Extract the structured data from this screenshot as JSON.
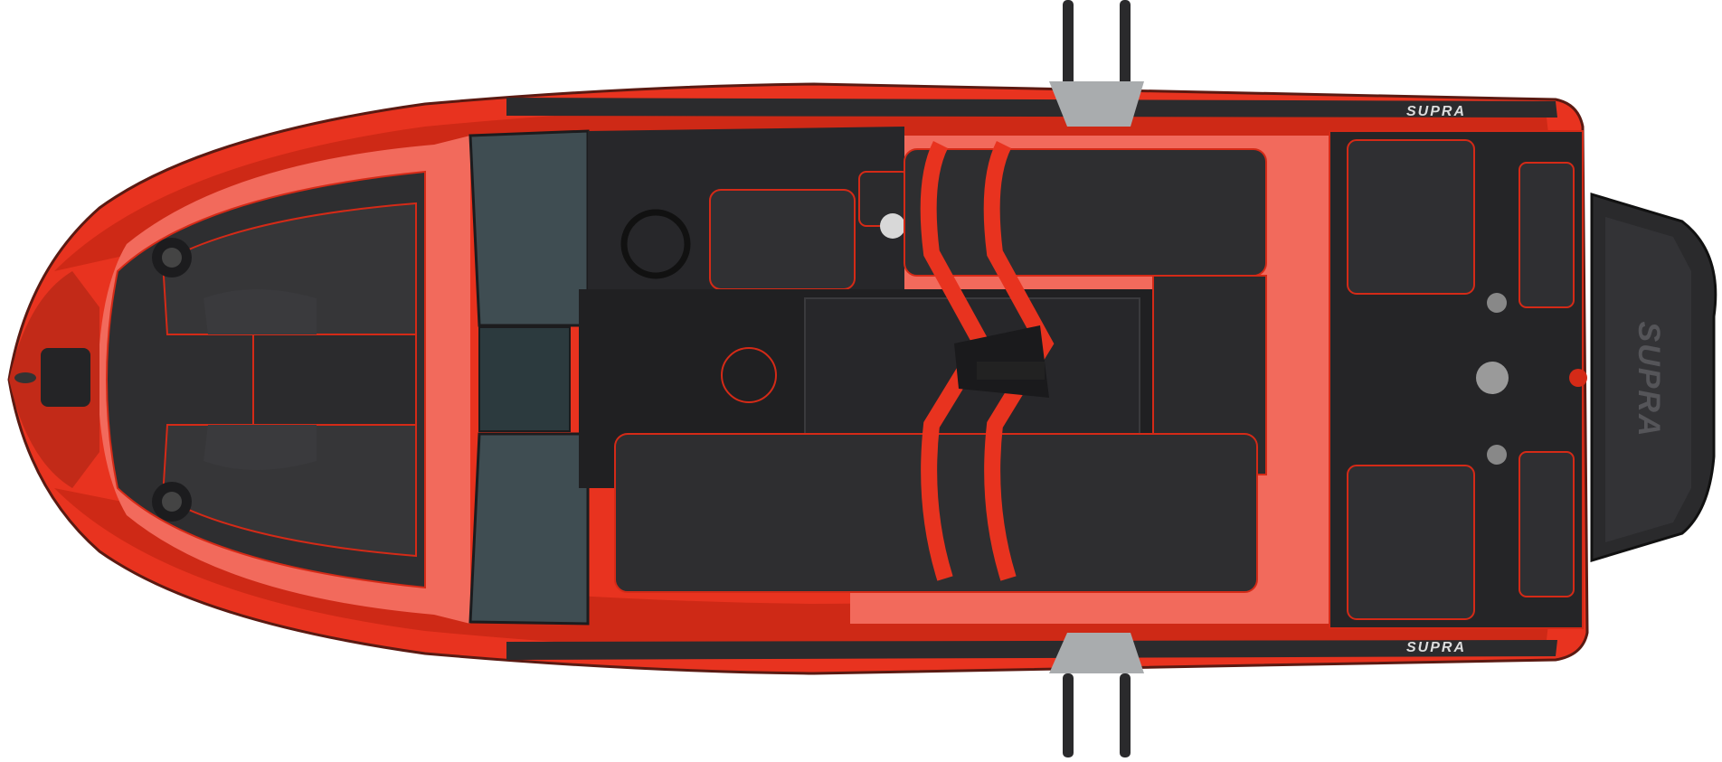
{
  "image": {
    "subject": "top-down render of a wakeboard boat",
    "background_color": "#ffffff"
  },
  "branding": {
    "platform_logo_text": "SUPRA",
    "hull_decal_top": "SUPRA",
    "hull_decal_bottom": "SUPRA"
  },
  "colors": {
    "hull_red": "#e8331f",
    "hull_red_dark": "#b8200f",
    "hull_pink": "#f26a5c",
    "upholstery": "#2e2e30",
    "upholstery_dark": "#1c1c1e",
    "trim_red": "#d42a17",
    "deck_black": "#202022",
    "windshield": "#3f4d52",
    "metal": "#a9acae"
  }
}
